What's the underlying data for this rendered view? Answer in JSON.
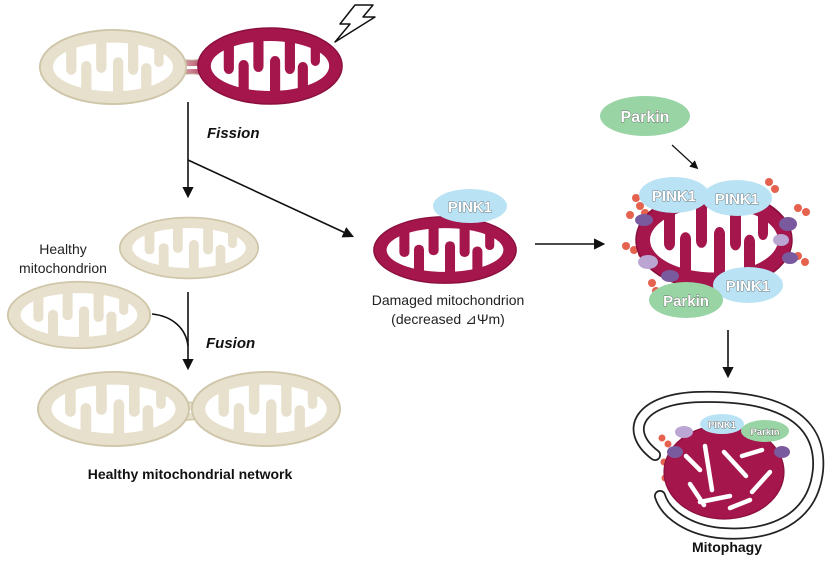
{
  "fission_fusion": {
    "fission_label": "Fission",
    "healthy_label_line1": "Healthy",
    "healthy_label_line2": "mitochondrion",
    "fusion_label": "Fusion",
    "network_label": "Healthy mitochondrial network"
  },
  "damaged": {
    "protein_label": "PINK1",
    "label_line1": "Damaged mitochondrion",
    "label_line2": "(decreased ⊿Ψm)"
  },
  "recruitment": {
    "free_parkin_label": "Parkin",
    "pink1_labels": [
      "PINK1",
      "PINK1",
      "PINK1"
    ],
    "bound_parkin_label": "Parkin"
  },
  "mitophagy": {
    "pink1_label": "PINK1",
    "parkin_label": "Parkin",
    "label": "Mitophagy"
  },
  "colors": {
    "healthy_mitochondrion": "#e7e0cc",
    "damaged_mitochondrion": "#a5164c",
    "pink1": "#b9e3f4",
    "parkin": "#98d4a4",
    "ubiquitin": "#e5624f",
    "adaptor_light": "#bba5d3",
    "adaptor_dark": "#7a5a9e"
  },
  "icons": {
    "stress": "lightning-icon"
  }
}
